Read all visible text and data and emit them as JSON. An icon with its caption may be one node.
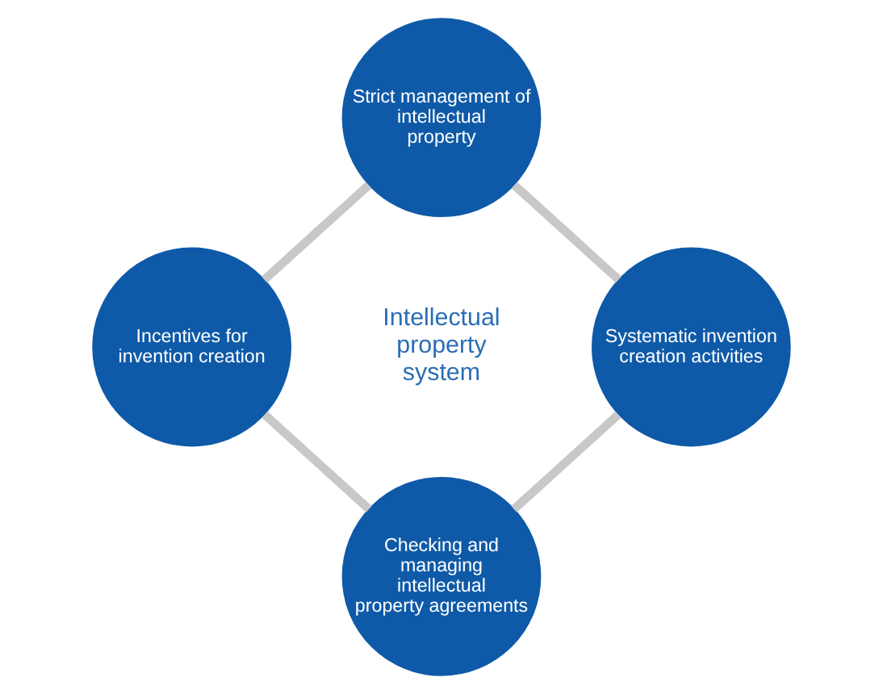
{
  "diagram": {
    "nodes": [
      {
        "text": [
          "Strict management of intellectual property"
        ]
      },
      {
        "text": [
          "Incentives for invention creation"
        ]
      },
      {
        "text": [
          "Systematic invention creation activities"
        ]
      },
      {
        "text": [
          "Checking and managing intellectual property agreements"
        ]
      }
    ],
    "edges": [
      {
        "from": 0,
        "to": 2,
        "arrow": "none"
      },
      {
        "from": 2,
        "to": 3,
        "arrow": "none"
      },
      {
        "from": 3,
        "to": 1,
        "arrow": "none"
      },
      {
        "from": 1,
        "to": 0,
        "arrow": "none"
      }
    ],
    "labels": [
      "Intellectual property system"
    ]
  }
}
